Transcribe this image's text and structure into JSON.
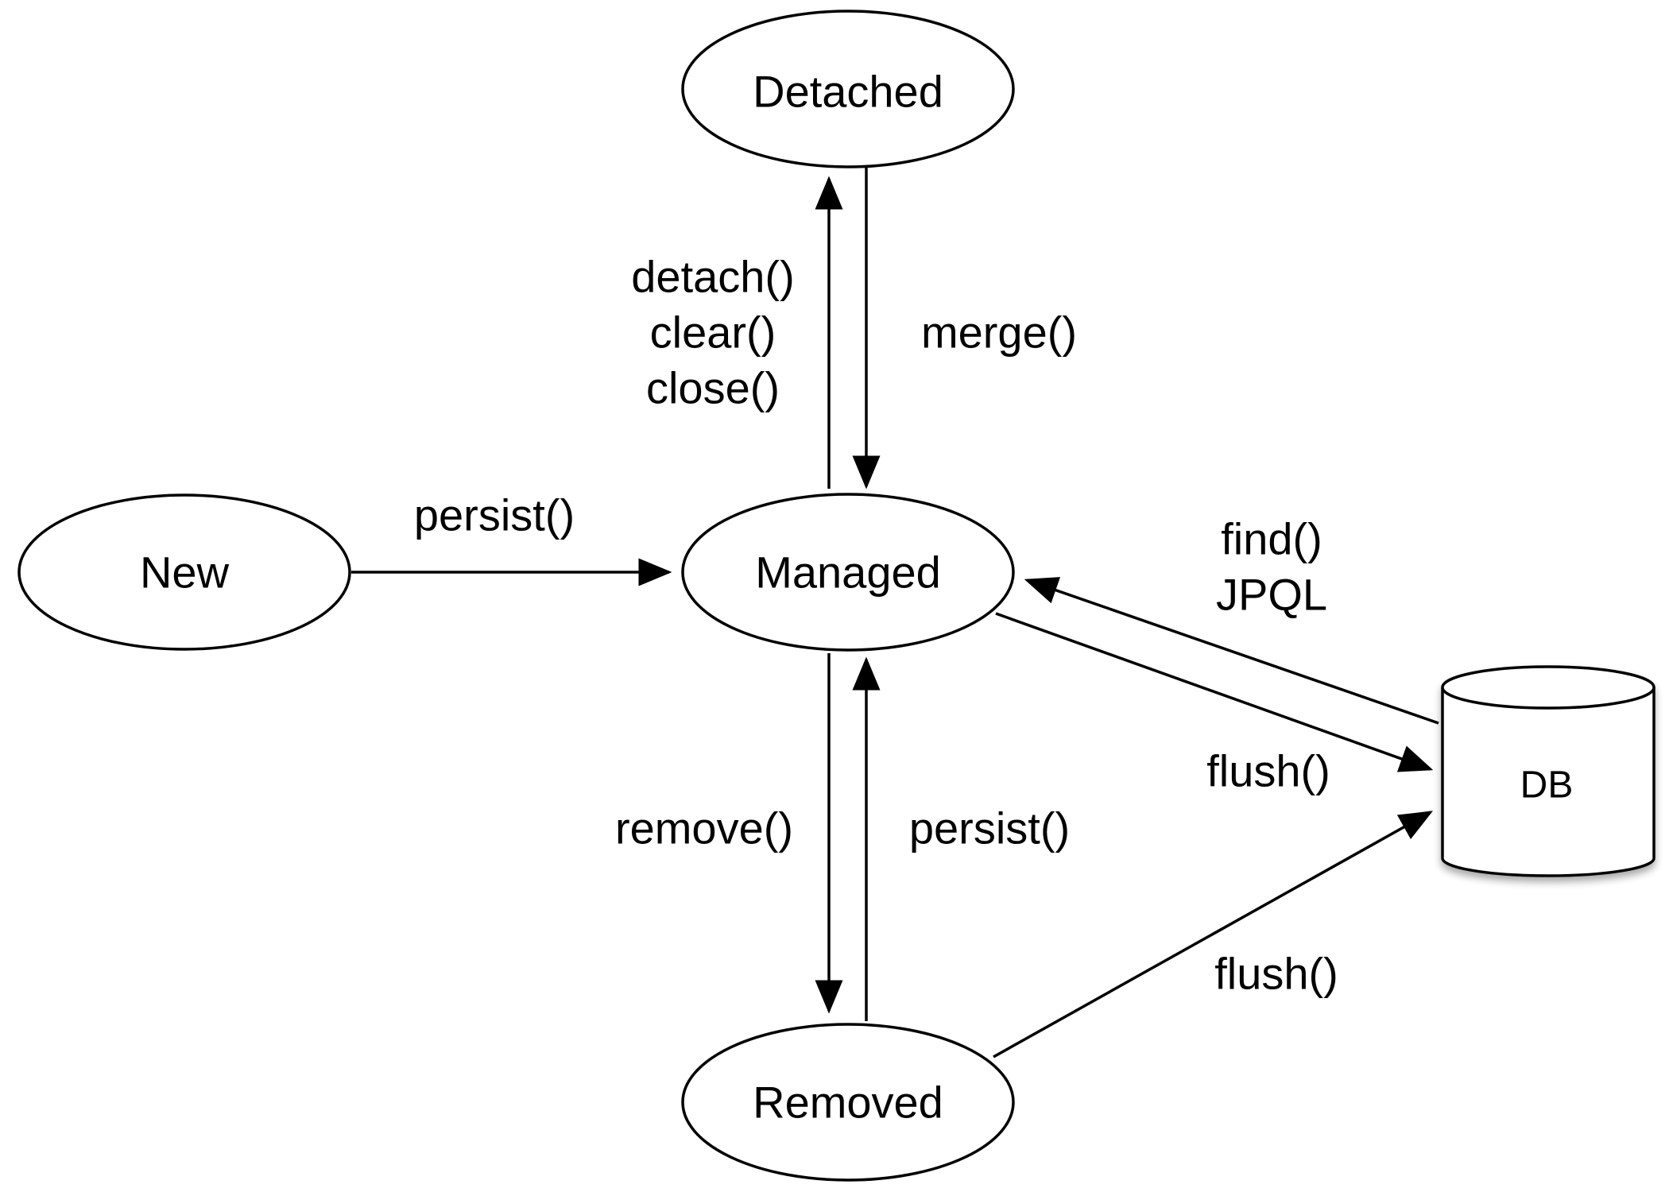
{
  "nodes": {
    "detached": {
      "label": "Detached"
    },
    "new": {
      "label": "New"
    },
    "managed": {
      "label": "Managed"
    },
    "removed": {
      "label": "Removed"
    },
    "db": {
      "label": "DB"
    }
  },
  "edges": {
    "managed_to_detached": {
      "labels": [
        "detach()",
        "clear()",
        "close()"
      ]
    },
    "detached_to_managed": {
      "labels": [
        "merge()"
      ]
    },
    "new_to_managed": {
      "labels": [
        "persist()"
      ]
    },
    "db_to_managed": {
      "labels": [
        "find()",
        "JPQL"
      ]
    },
    "managed_to_db": {
      "labels": [
        "flush()"
      ]
    },
    "managed_to_removed": {
      "labels": [
        "remove()"
      ]
    },
    "removed_to_managed": {
      "labels": [
        "persist()"
      ]
    },
    "removed_to_db": {
      "labels": [
        "flush()"
      ]
    }
  }
}
